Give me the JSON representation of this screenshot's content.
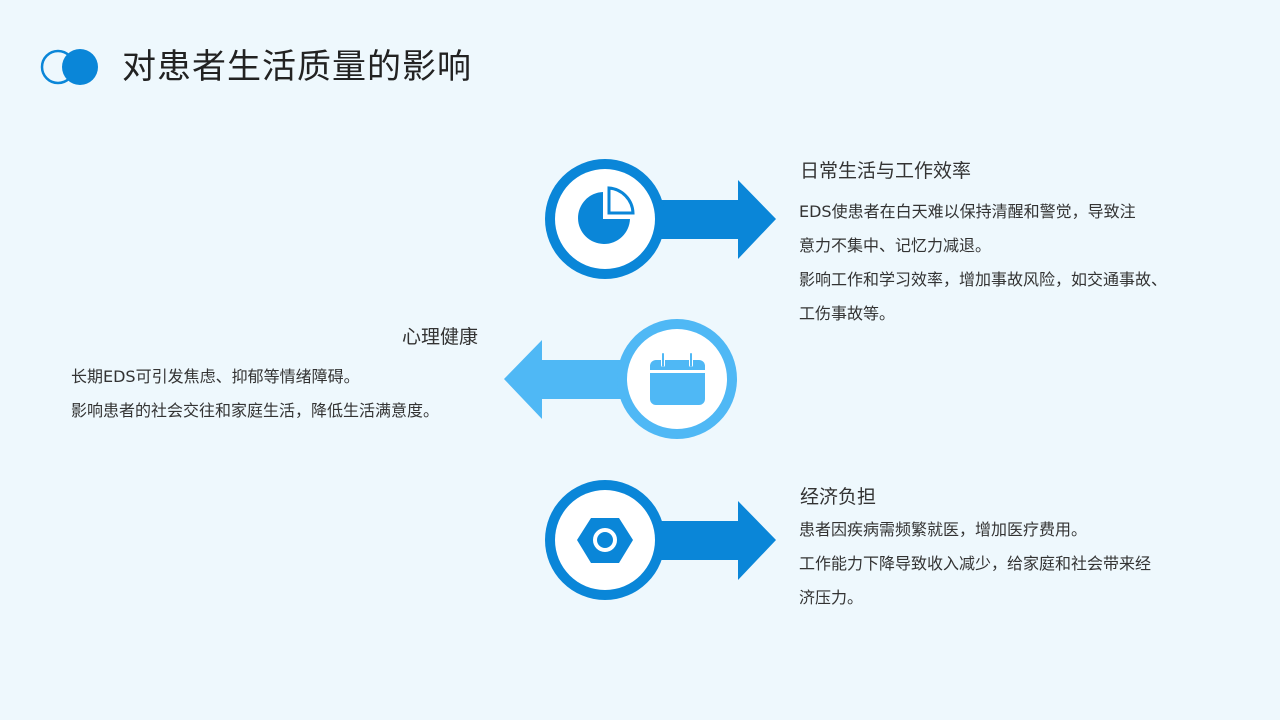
{
  "header": {
    "title": "对患者生活质量的影响"
  },
  "colors": {
    "primary": "#0a86d8",
    "light": "#4fb8f5",
    "background": "#eef8fd"
  },
  "blocks": [
    {
      "title": "日常生活与工作效率",
      "icon": "pie-chart-icon",
      "lines": [
        "EDS使患者在白天难以保持清醒和警觉，导致注",
        "意力不集中、记忆力减退。",
        "影响工作和学习效率，增加事故风险，如交通事故、",
        "工伤事故等。"
      ]
    },
    {
      "title": "心理健康",
      "icon": "calendar-icon",
      "lines": [
        "长期EDS可引发焦虑、抑郁等情绪障碍。",
        "影响患者的社会交往和家庭生活，降低生活满意度。"
      ]
    },
    {
      "title": "经济负担",
      "icon": "hex-nut-icon",
      "lines": [
        "患者因疾病需频繁就医，增加医疗费用。",
        "工作能力下降导致收入减少，给家庭和社会带来经",
        "济压力。"
      ]
    }
  ]
}
